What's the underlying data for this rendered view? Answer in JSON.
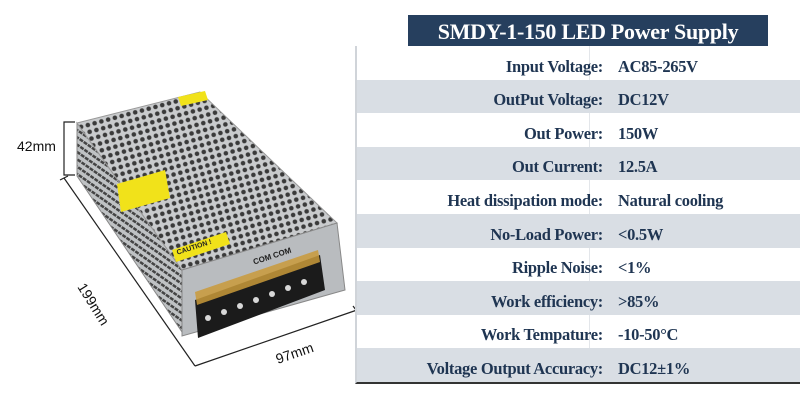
{
  "title": "SMDY-1-150   LED Power Supply",
  "product": {
    "dimensions": {
      "height": "42mm",
      "length": "199mm",
      "width": "97mm"
    },
    "label_text": "CAUTION !",
    "terminal_text": "COM COM"
  },
  "specs": [
    {
      "label": "Input Voltage:",
      "value": "AC85-265V"
    },
    {
      "label": "OutPut Voltage:",
      "value": "DC12V"
    },
    {
      "label": "Out Power:",
      "value": "150W"
    },
    {
      "label": "Out Current:",
      "value": "12.5A"
    },
    {
      "label": "Heat dissipation mode:",
      "value": "Natural cooling"
    },
    {
      "label": "No-Load Power:",
      "value": "<0.5W"
    },
    {
      "label": "Ripple Noise:",
      "value": "<1%"
    },
    {
      "label": "Work efficiency:",
      "value": ">85%"
    },
    {
      "label": "Work Tempature:",
      "value": "-10-50°C"
    },
    {
      "label": "Voltage Output Accuracy:",
      "value": "DC12±1%"
    }
  ],
  "colors": {
    "title_bg": "#263f5e",
    "stripe": "#d9dee4",
    "text": "#1f3552"
  }
}
